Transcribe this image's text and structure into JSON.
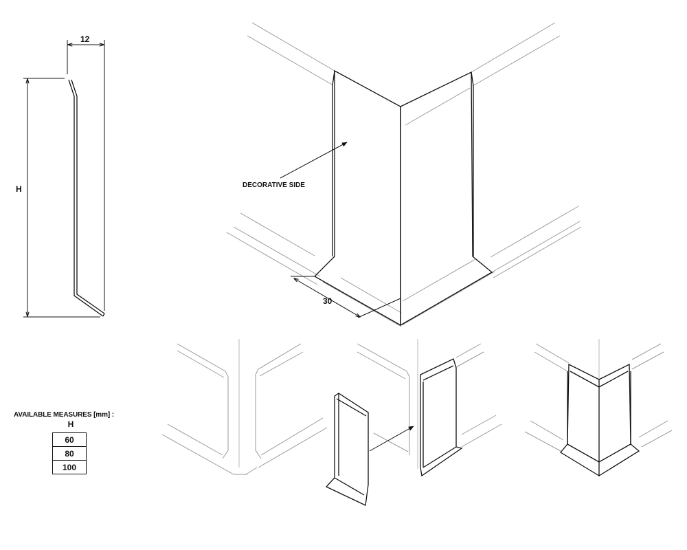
{
  "labels": {
    "dim_thickness": "12",
    "dim_height": "H",
    "dim_flange": "30",
    "decorative_side": "DECORATIVE SIDE"
  },
  "measures": {
    "title": "AVAILABLE MEASURES [mm] :",
    "column_header": "H",
    "rows": [
      "60",
      "80",
      "100"
    ]
  }
}
